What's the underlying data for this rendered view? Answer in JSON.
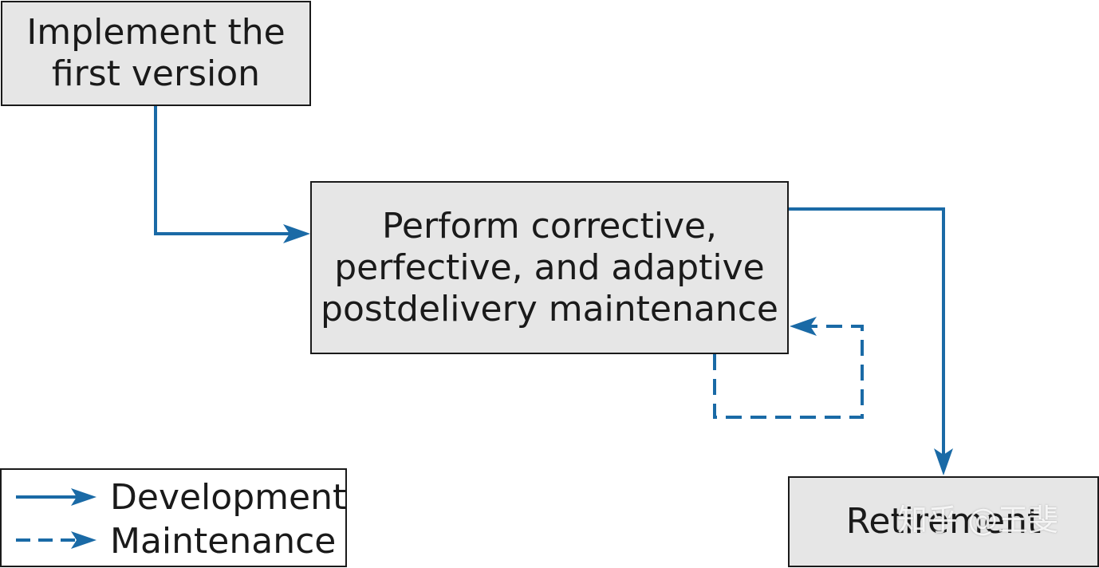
{
  "colors": {
    "arrow": "#1a6aa6",
    "box_fill": "#e6e6e6",
    "border": "#1a1a1a"
  },
  "nodes": {
    "implement": {
      "label": "Implement the\nfirst version"
    },
    "maintain": {
      "label": "Perform corrective,\nperfective, and adaptive\npostdelivery maintenance"
    },
    "retire": {
      "label": "Retirement"
    }
  },
  "edges": [
    {
      "from": "implement",
      "to": "maintain",
      "style": "solid",
      "kind": "Development"
    },
    {
      "from": "maintain",
      "to": "retire",
      "style": "solid",
      "kind": "Development"
    },
    {
      "from": "maintain",
      "to": "maintain",
      "style": "dashed",
      "kind": "Maintenance"
    }
  ],
  "legend": {
    "development": "Development",
    "maintenance": "Maintenance"
  },
  "watermark": "知乎 @王斐"
}
